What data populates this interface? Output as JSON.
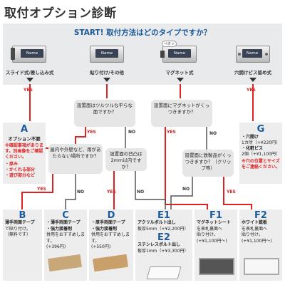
{
  "title": "取付オプション診断",
  "start": {
    "lead": "START!",
    "question": "取付方法はどのタイプですか？"
  },
  "methods": [
    {
      "label": "スライド式/差し込み式",
      "plate": "Name"
    },
    {
      "label": "貼り付け/その他",
      "plate": "Name"
    },
    {
      "label": "マグネット式",
      "plate": "Name",
      "tag": "ペタッ"
    },
    {
      "label": "穴開けビス留め式",
      "plate": "Name"
    }
  ],
  "yes_label": "YES",
  "no_label": "NO",
  "questions": {
    "q1": "設置面はツルツルな平らな面ですか？",
    "q2": "設置面にマグネットがくっつきますか？",
    "q3": "屋内や外壁など、雨があたらない場所ですか？",
    "q4": "設置面の凹凸は2mm以内ですか？",
    "q5": "設置面に鉄製品がくっつきますか？（クリップ等）"
  },
  "option_a": {
    "letter": "A",
    "name": "オプション不要",
    "warning": "※確認事項があります。別画像をご確認ください。",
    "bullets": [
      "・厚み",
      "・かくれる部分",
      "・遊び部分など"
    ]
  },
  "option_g": {
    "letter": "G",
    "lines": [
      "・穴開け",
      "1カ所（+¥220円）",
      "・化粧ビス",
      "2個（+¥1,100円）"
    ],
    "note": "※穴の位置とサイズをご連絡ください。"
  },
  "options": [
    {
      "letter": "B",
      "l1": "薄手両面テープ",
      "l2": "で貼り付け。",
      "l3": "（無料です）",
      "l4": ""
    },
    {
      "letter": "C",
      "l1": "・薄手両面テープ",
      "l2": "・強力接着剤",
      "l3": "併用をおすすめします。",
      "l4": "(+396円)"
    },
    {
      "letter": "D",
      "l1": "・厚手両面テープ",
      "l2": "・強力接着剤",
      "l3": "併用をおすすめします。",
      "l4": "(+550円)"
    },
    {
      "letter": "E1",
      "l1": "アクリルボルト出し",
      "l2": "板厚5mm（+¥2,200円）",
      "l3": "",
      "l4": ""
    },
    {
      "letter": "E2",
      "l1": "ステンレスボルト出し",
      "l2": "板厚1mm（+¥3,300円）",
      "l3": "",
      "l4": ""
    },
    {
      "letter": "F1",
      "l1": "マグネットシート",
      "l2": "を表札裏面へ",
      "l3": "貼り付け。",
      "l4": "(+¥1,100円〜)"
    },
    {
      "letter": "F2",
      "l1": "ホワイト鉄板",
      "l2": "を表札裏面へ",
      "l3": "貼り付け。",
      "l4": "(+¥1,100円〜)"
    }
  ],
  "colors": {
    "accent": "#1a5a9c",
    "yes": "#dd2222",
    "panel": "#ededed"
  }
}
